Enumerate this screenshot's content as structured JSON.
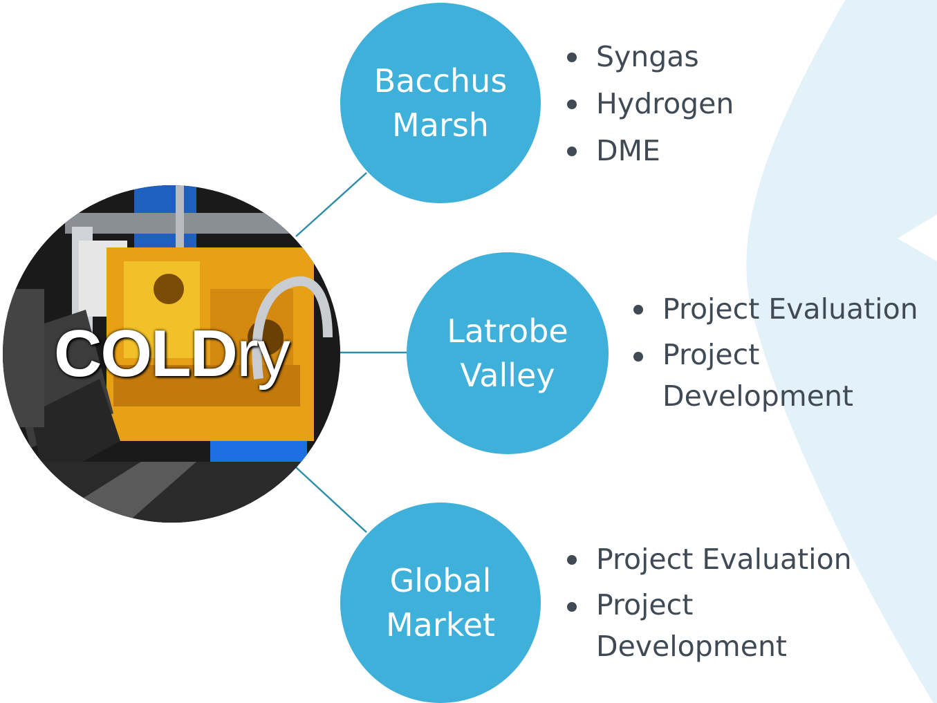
{
  "colors": {
    "node_fill": "#3eb0da",
    "connector": "#2f8fa8",
    "bullet_text": "#404a55",
    "background_shape": "#e3f2f8"
  },
  "hub": {
    "logo_bold": "COLD",
    "logo_thin": "ry"
  },
  "nodes": [
    {
      "label": "Bacchus\nMarsh",
      "bullets": [
        "Syngas",
        "Hydrogen",
        "DME"
      ]
    },
    {
      "label": "Latrobe\nValley",
      "bullets": [
        "Project Evaluation",
        "Project\nDevelopment"
      ]
    },
    {
      "label": "Global\nMarket",
      "bullets": [
        "Project Evaluation",
        "Project\nDevelopment"
      ]
    }
  ]
}
